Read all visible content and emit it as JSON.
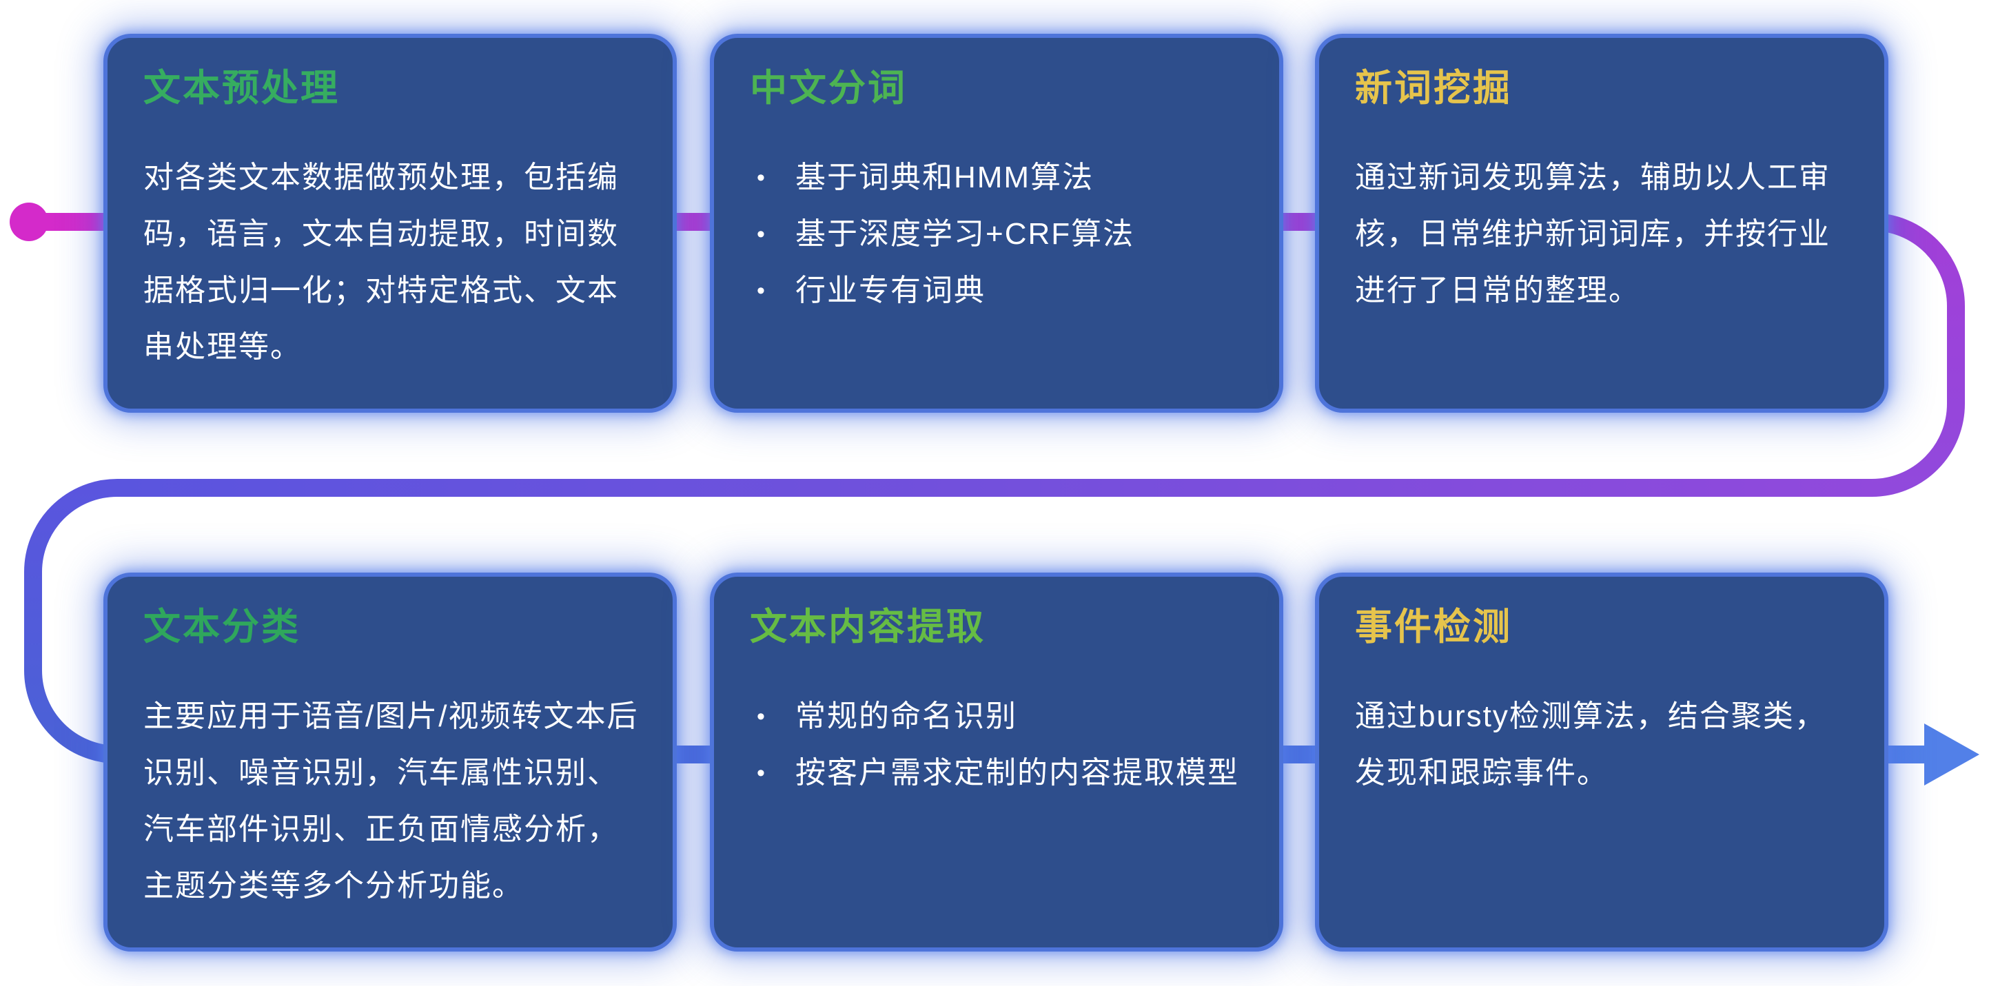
{
  "page": {
    "background": "#FFFFFF"
  },
  "flow": {
    "colors": {
      "magenta": "#D42ACA",
      "magenta_purple": "#BE35D0",
      "purple": "#A23FD8",
      "deep_purple": "#9149DC",
      "violet": "#7350DC",
      "indigo": "#5A55DE",
      "blue": "#4A62D6",
      "light_blue": "#5280E8"
    }
  },
  "card_style": {
    "background": "#2E4E8C",
    "glow": "#4E74DA",
    "text_color": "#FFFFFF"
  },
  "icons": {
    "bullet": "•"
  },
  "cards": [
    {
      "title": "文本预处理",
      "title_color": "#36AD60",
      "text": "对各类文本数据做预处理，包括编码，语言，文本自动提取，时间数据格式归一化；对特定格式、文本串处理等。"
    },
    {
      "title": "中文分词",
      "title_color": "#4DB452",
      "bullets": [
        "基于词典和HMM算法",
        "基于深度学习+CRF算法",
        "行业专有词典"
      ]
    },
    {
      "title": "新词挖掘",
      "title_color": "#E6C44C",
      "text": "通过新词发现算法，辅助以人工审核，日常维护新词词库，并按行业进行了日常的整理。"
    },
    {
      "title": "文本分类",
      "title_color": "#2FA75C",
      "text": "主要应用于语音/图片/视频转文本后识别、噪音识别，汽车属性识别、汽车部件识别、正负面情感分析，主题分类等多个分析功能。"
    },
    {
      "title": "文本内容提取",
      "title_color": "#66BC44",
      "bullets": [
        "常规的命名识别",
        "按客户需求定制的内容提取模型"
      ]
    },
    {
      "title": "事件检测",
      "title_color": "#E6C44C",
      "text": "通过bursty检测算法，结合聚类，发现和跟踪事件。"
    }
  ]
}
